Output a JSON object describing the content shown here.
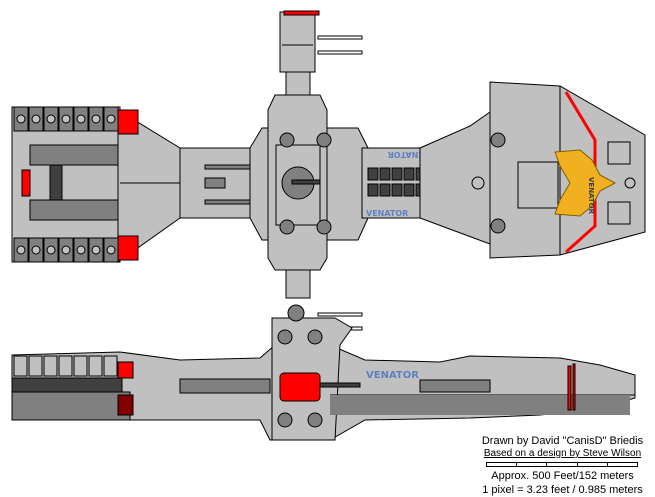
{
  "drawing": {
    "hull_markings": [
      "VENATOR",
      "VENATOR",
      "VENATOR",
      "VENATOR"
    ],
    "colors": {
      "hull": "#c0c0c0",
      "shadow": "#808080",
      "accent_red": "#ff0000",
      "emblem_gold": "#f0b020"
    }
  },
  "credits": {
    "drawn_by": "Drawn by David \"CanisD\" Briedis",
    "based_on": "Based on a design by Steve Wilson",
    "size": "Approx. 500 Feet/152 meters",
    "pixel_scale": "1 pixel = 3.23 feet / 0.985 meters"
  }
}
